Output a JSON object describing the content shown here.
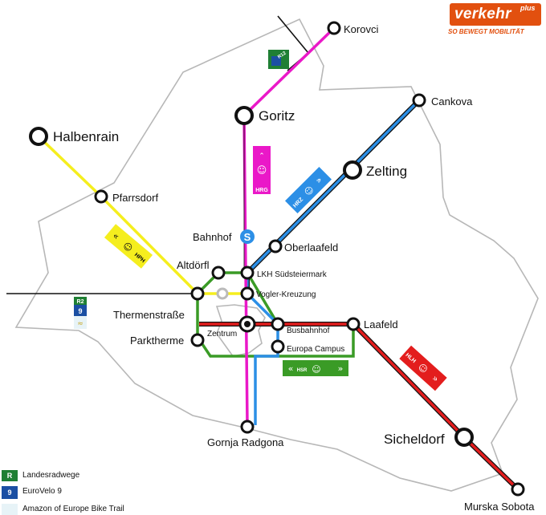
{
  "brand": {
    "name": "verkehr",
    "suffix": "plus",
    "slogan": "SO BEWEGT MOBILITÄT",
    "color": "#e2500f"
  },
  "line_colors": {
    "yellow": "#f5ee1e",
    "magenta": "#ea18c8",
    "blue": "#2c8fe6",
    "red": "#e31d1d",
    "green": "#3a9b26",
    "black": "#111111",
    "border": "#b7b7b7"
  },
  "stations": {
    "korovci": "Korovci",
    "goritz": "Goritz",
    "cankova": "Cankova",
    "halbenrain": "Halbenrain",
    "zelting": "Zelting",
    "pfarrsdorf": "Pfarrsdorf",
    "bahnhof": "Bahnhof",
    "oberlaafeld": "Oberlaafeld",
    "altdoerfl": "Altdörfl",
    "lkh": "LKH Südsteiermark",
    "voegler": "Vogler-Kreuzung",
    "thermenstrasse": "Thermenstraße",
    "zentrum": "Zentrum",
    "busbahnhof": "Busbahnhof",
    "laafeld": "Laafeld",
    "parktherme": "Parktherme",
    "europa_campus": "Europa Campus",
    "gornja_radgona": "Gornja Radgona",
    "sicheldorf": "Sicheldorf",
    "murska_sobota": "Murska Sobota"
  },
  "route_badges": {
    "r12": "R12",
    "hrg": "HRG",
    "hrz": "HRZ",
    "hph": "HPH",
    "hlh": "HLH",
    "hsr": "HSR",
    "r2": "R2",
    "ev9": "9"
  },
  "legend": [
    {
      "badge": "R",
      "label": "Landesradwege",
      "icon": "landesradwege-badge"
    },
    {
      "badge": "9",
      "label": "EuroVelo 9",
      "icon": "eurovelo-badge"
    },
    {
      "badge": "",
      "label": "Amazon of Europe Bike Trail",
      "icon": "amazon-trail-badge"
    }
  ]
}
